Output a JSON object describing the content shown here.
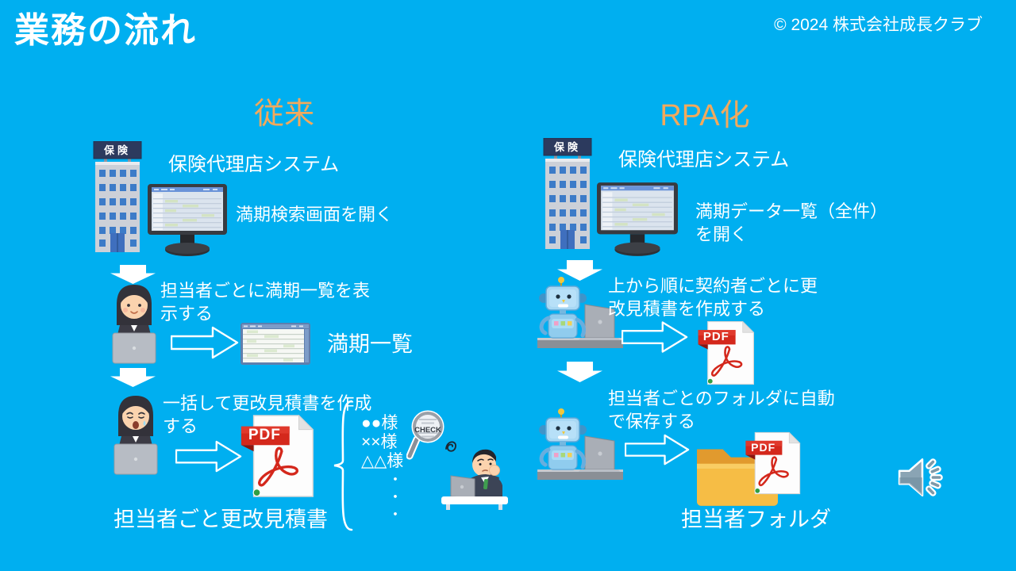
{
  "slide": {
    "title": "業務の流れ",
    "copyright": "© 2024 株式会社成長クラブ"
  },
  "labels": {
    "building_sign": "保険",
    "pdf": "PDF",
    "check": "CHECK"
  },
  "traditional": {
    "heading": "従来",
    "system_label": "保険代理店システム",
    "step1": "満期検索画面を開く",
    "step2": "担当者ごとに満期一覧を表\n示する",
    "step2_result": "満期一覧",
    "step3": "一括して更改見積書を作成\nする",
    "step3_result": "担当者ごと更改見積書",
    "customer_list": [
      "●●様",
      "××様",
      "△△様",
      "・",
      "・",
      "・"
    ]
  },
  "rpa": {
    "heading": "RPA化",
    "system_label": "保険代理店システム",
    "step1": "満期データ一覧（全件）\nを開く",
    "step2": "上から順に契約者ごとに更\n改見積書を作成する",
    "step3": "担当者ごとのフォルダに自動\nで保存する",
    "step3_result": "担当者フォルダ"
  },
  "colors": {
    "background": "#00aff0",
    "heading_orange": "#f2a95c",
    "text_white": "#ffffff",
    "pdf_red": "#d4281c",
    "folder_yellow": "#f6bd45"
  },
  "icons": {
    "names": [
      "insurance-building-icon",
      "crt-monitor-icon",
      "spreadsheet-icon",
      "down-arrow-icon",
      "right-arrow-icon",
      "office-woman-icon",
      "office-woman-sad-icon",
      "robot-worker-icon",
      "pdf-file-icon",
      "folder-icon",
      "check-magnifier-icon",
      "tired-man-icon",
      "speaker-icon",
      "brace-icon"
    ]
  }
}
